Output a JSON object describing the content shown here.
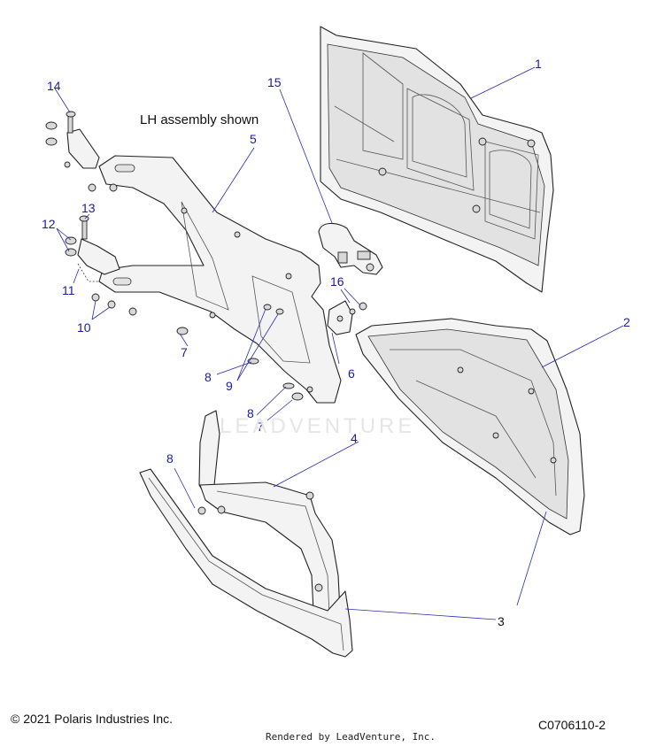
{
  "note": "LH assembly shown",
  "watermark": "LEADVENTURE",
  "copyright": "© 2021 Polaris Industries Inc.",
  "drawing_number": "C0706110-2",
  "rendered_by": "Rendered by LeadVenture, Inc.",
  "callouts": {
    "c1": "1",
    "c2": "2",
    "c3": "3",
    "c4": "4",
    "c5": "5",
    "c6": "6",
    "c7a": "7",
    "c7b": "7",
    "c8a": "8",
    "c8b": "8",
    "c8c": "8",
    "c9": "9",
    "c10": "10",
    "c11": "11",
    "c12": "12",
    "c13": "13",
    "c14": "14",
    "c15": "15",
    "c16": "16"
  },
  "colors": {
    "callout": "#1a1aa8",
    "line": "#222222",
    "part_fill": "#f3f3f3"
  }
}
